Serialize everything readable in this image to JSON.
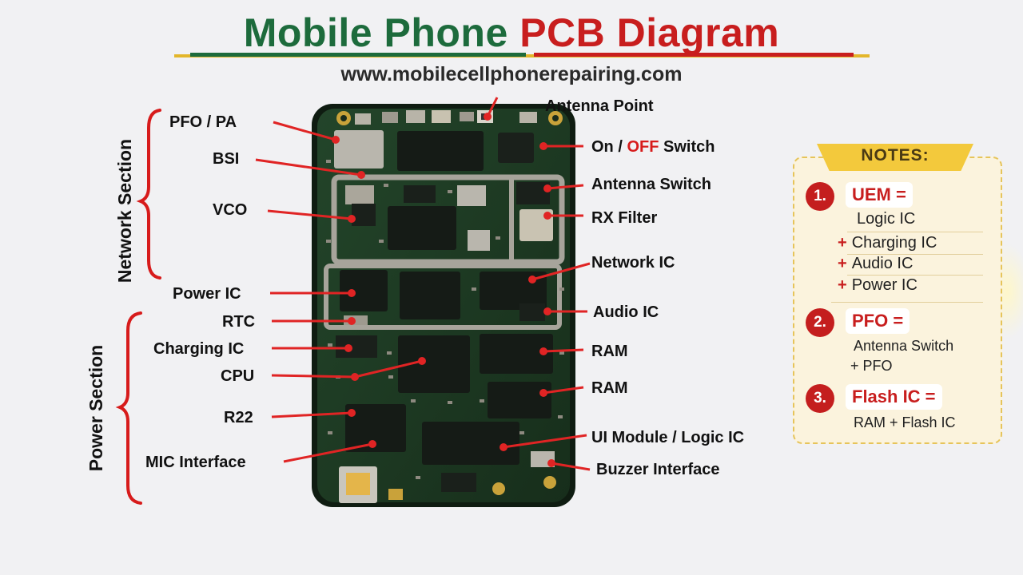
{
  "header": {
    "title_part1": "Mobile Phone",
    "title_part2": "PCB Diagram",
    "subtitle": "www.mobilecellphonerepairing.com"
  },
  "sections": {
    "network": "Network Section",
    "power": "Power Section"
  },
  "left_labels": {
    "pfo_pa": "PFO / PA",
    "bsi": "BSI",
    "vco": "VCO",
    "power_ic": "Power IC",
    "rtc": "RTC",
    "charging_ic": "Charging IC",
    "cpu": "CPU",
    "r22": "R22",
    "mic_interface": "MIC Interface"
  },
  "right_labels": {
    "antenna_point": "Antenna Point",
    "on_off_prefix": "On /",
    "on_off_highlight": "OFF",
    "on_off_suffix": "Switch",
    "antenna_switch": "Antenna Switch",
    "rx_filter": "RX Filter",
    "network_ic": "Network IC",
    "audio_ic": "Audio IC",
    "ram_1": "RAM",
    "ram_2": "RAM",
    "ui_module": "UI Module / Logic IC",
    "buzzer_interface": "Buzzer Interface"
  },
  "notes": {
    "title": "NOTES:",
    "items": [
      {
        "number": "1.",
        "heading": "UEM =",
        "lines": [
          "Logic IC",
          "Charging IC",
          "Audio IC",
          "Power IC"
        ],
        "plus": "+"
      },
      {
        "number": "2.",
        "heading": "PFO =",
        "lines": [
          "Antenna Switch",
          "+ PFO"
        ]
      },
      {
        "number": "3.",
        "heading": "Flash IC =",
        "lines": [
          "RAM + Flash IC"
        ]
      }
    ]
  },
  "colors": {
    "title_green": "#1d6b3c",
    "title_red": "#c81e1e",
    "accent_yellow": "#e3b62a",
    "pointer_red": "#e02424",
    "pcb_green": "#1f3a23",
    "notes_bg": "#fbf3dd"
  }
}
